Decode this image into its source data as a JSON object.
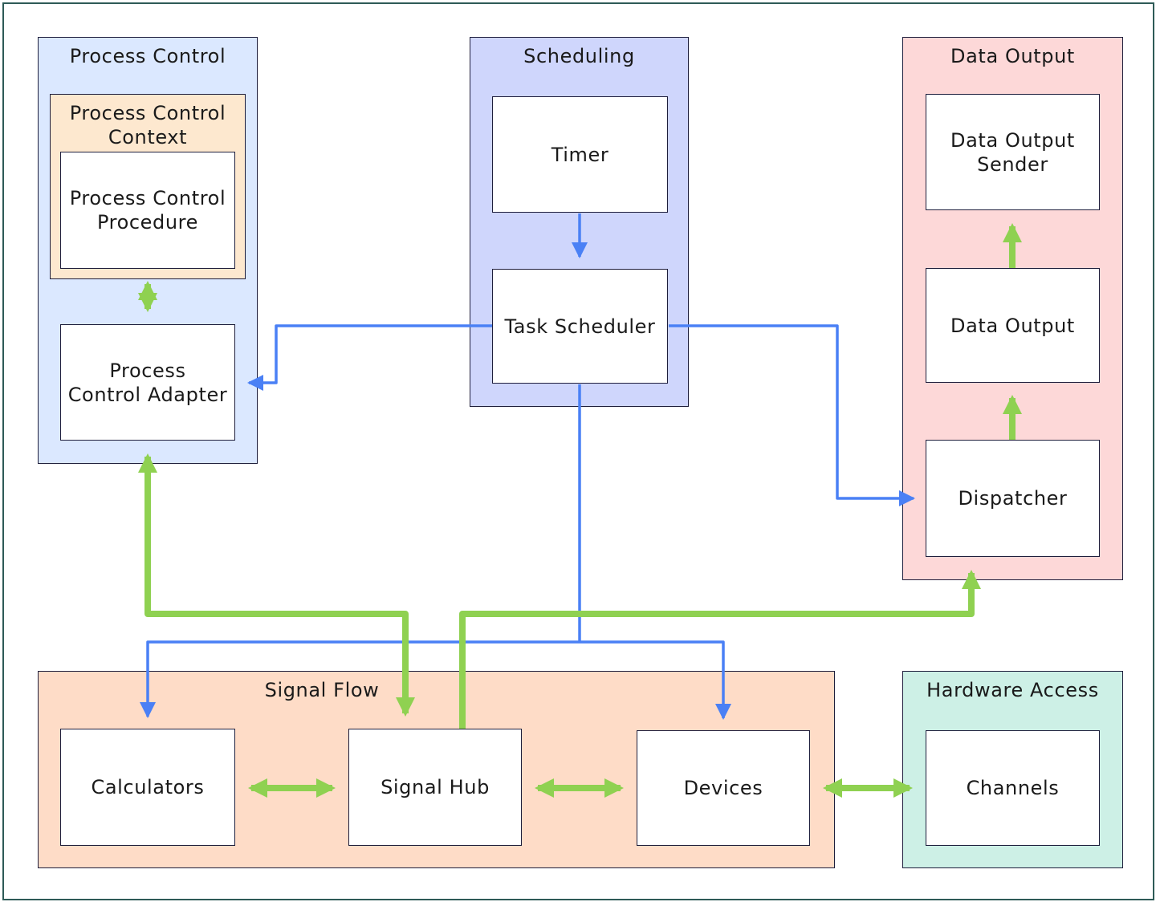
{
  "groups": {
    "process_control": "Process Control",
    "scheduling": "Scheduling",
    "data_output": "Data Output",
    "signal_flow": "Signal Flow",
    "hardware_access": "Hardware Access"
  },
  "context": {
    "process_control_context": "Process Control\nContext"
  },
  "nodes": {
    "process_control_procedure": "Process Control\nProcedure",
    "process_control_adapter": "Process\nControl Adapter",
    "timer": "Timer",
    "task_scheduler": "Task Scheduler",
    "data_output_sender": "Data Output\nSender",
    "data_output": "Data Output",
    "dispatcher": "Dispatcher",
    "calculators": "Calculators",
    "signal_hub": "Signal Hub",
    "devices": "Devices",
    "channels": "Channels"
  },
  "colors": {
    "process_control_bg": "#dbe8ff",
    "context_bg": "#fde8cf",
    "scheduling_bg": "#cfd6fc",
    "data_output_bg": "#fdd8d8",
    "signal_flow_bg": "#fedcc7",
    "hardware_access_bg": "#cdf0e6",
    "control_link": "#4a80f5",
    "data_link": "#8fd151"
  }
}
